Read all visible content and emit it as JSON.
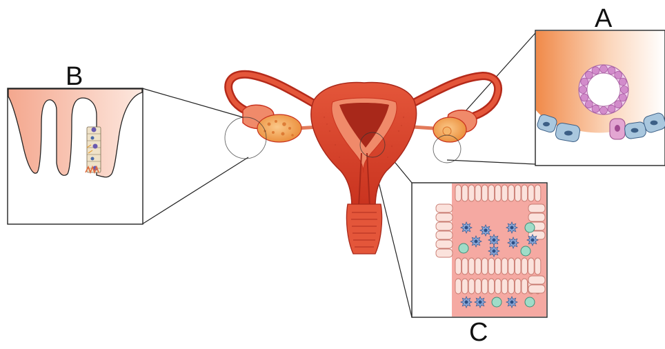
{
  "labels": {
    "a": "A",
    "b": "B",
    "c": "C"
  },
  "icons": [
    "uterus-illustration",
    "ovary-icon",
    "fallopian-tube-icon",
    "follicle-icon",
    "epithelial-cell-icon",
    "gland-cell-icon"
  ],
  "colors": {
    "tissue_red": "#d9412d",
    "tissue_dark": "#a8281a",
    "tissue_light": "#f08a6a",
    "ovary_orange": "#f2a24a",
    "stroma_pink": "#f7c7b4",
    "cell_blue": "#5f7fa8",
    "cell_teal": "#9fdcc8",
    "follicle_purple": "#c97fc0",
    "line": "#222222"
  }
}
